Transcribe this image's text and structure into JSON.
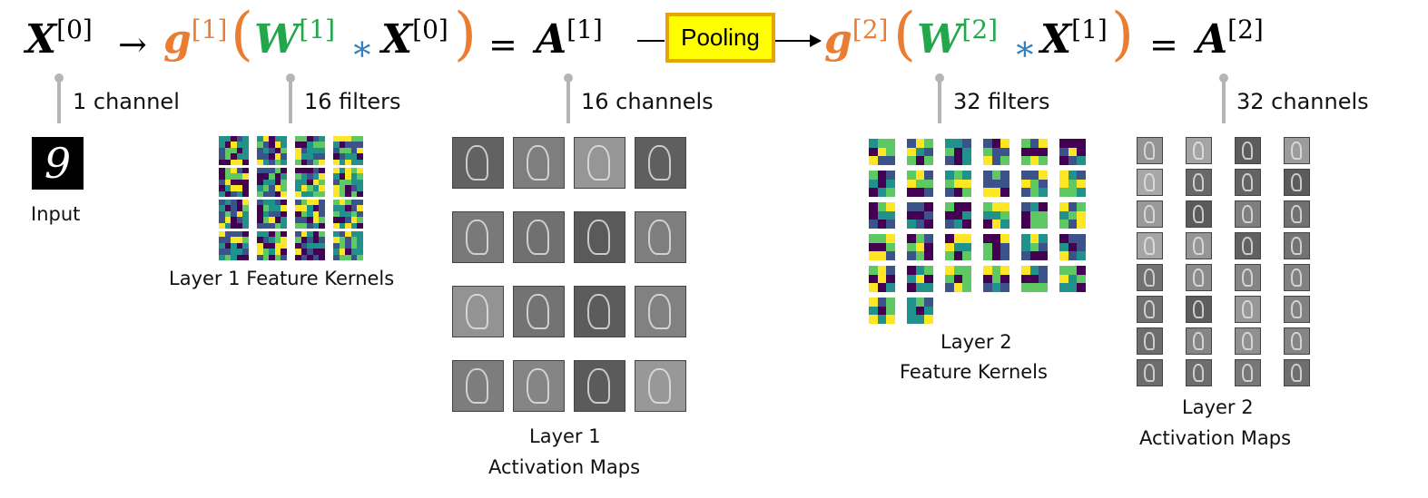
{
  "equation": {
    "x0": {
      "base": "X",
      "sup": "[0]"
    },
    "arrow1": "→",
    "g1": {
      "base": "g",
      "sup": "[1]"
    },
    "w1": {
      "base": "W",
      "sup": "[1]"
    },
    "star1": "∗",
    "x0b": {
      "base": "X",
      "sup": "[0]"
    },
    "eq1": "=",
    "a1": {
      "base": "A",
      "sup": "[1]"
    },
    "pooling": "Pooling",
    "g2": {
      "base": "g",
      "sup": "[2]"
    },
    "w2": {
      "base": "W",
      "sup": "[2]"
    },
    "star2": "∗",
    "x1": {
      "base": "X",
      "sup": "[1]"
    },
    "eq2": "=",
    "a2": {
      "base": "A",
      "sup": "[2]"
    }
  },
  "annotations": {
    "input_channels": "1 channel",
    "filters_1": "16 filters",
    "channels_1": "16 channels",
    "filters_2": "32 filters",
    "channels_2": "32 channels"
  },
  "captions": {
    "input": "Input",
    "input_digit": "9",
    "layer1_kernels": "Layer 1 Feature Kernels",
    "layer1_maps_l1": "Layer 1",
    "layer1_maps_l2": "Activation Maps",
    "layer2_kernels_l1": "Layer 2",
    "layer2_kernels_l2": "Feature Kernels",
    "layer2_maps_l1": "Layer 2",
    "layer2_maps_l2": "Activation Maps"
  },
  "colors": {
    "activation_fn": "#ea7d32",
    "weights": "#22a84a",
    "convolution": "#2f7fc1",
    "pooling_fill": "#ffff00",
    "pooling_border": "#e8a400",
    "viridis": [
      "#440154",
      "#3b528b",
      "#21918c",
      "#5ec962",
      "#fde725"
    ]
  },
  "counts": {
    "layer1_kernels": 16,
    "layer1_maps": 16,
    "layer2_kernels": 32,
    "layer2_maps": 32
  }
}
